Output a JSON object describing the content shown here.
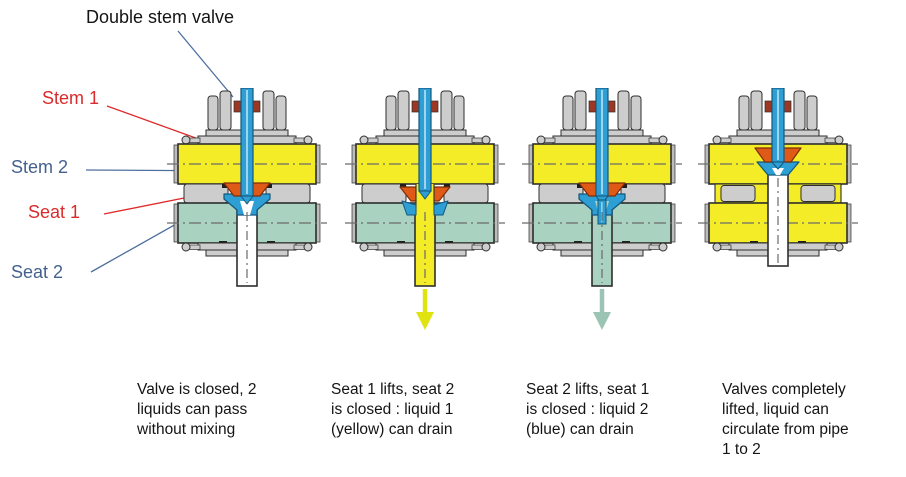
{
  "title": "Double stem valve",
  "labels": {
    "stem1": "Stem 1",
    "stem2": "Stem 2",
    "seat1": "Seat 1",
    "seat2": "Seat 2"
  },
  "colors": {
    "liquid1_yellow": "#f3ec27",
    "liquid2_blue": "#a9d2c0",
    "seat_orange": "#e05a17",
    "stem_blue": "#2d9fd4",
    "housing_gray": "#cdcdcd",
    "packing_red": "#9b3722",
    "arrow_yellow": "#dfe312",
    "arrow_blue": "#9cc4b4",
    "label_red": "#d92b2b",
    "label_blue": "#44618e",
    "leader_red": "#e02929",
    "leader_blue": "#4f6f9f",
    "text_dark": "#141414"
  },
  "valves": [
    {
      "state": "closed",
      "lower_pipe": "blue",
      "drain": "none",
      "arrow": null,
      "caption": "Valve is closed, 2\nliquids can pass\nwithout mixing"
    },
    {
      "state": "seat1_open",
      "lower_pipe": "blue",
      "drain": "yellow",
      "arrow": "yellow",
      "caption": "Seat 1 lifts, seat 2\nis closed : liquid 1\n(yellow) can drain"
    },
    {
      "state": "seat2_open",
      "lower_pipe": "blue",
      "drain": "blue",
      "arrow": "blue",
      "caption": "Seat 2 lifts, seat 1\nis closed : liquid 2\n(blue) can drain"
    },
    {
      "state": "lifted",
      "lower_pipe": "yellow",
      "drain": "none",
      "arrow": null,
      "caption": "Valves completely\nlifted, liquid can\ncirculate from pipe\n1 to 2"
    }
  ]
}
